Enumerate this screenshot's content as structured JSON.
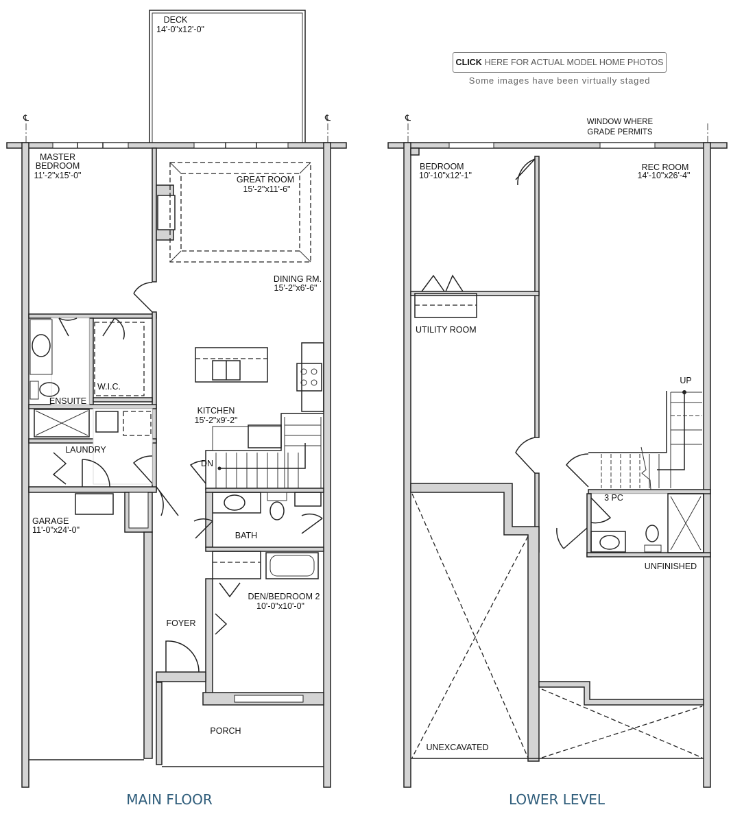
{
  "photos_button": {
    "strong": "CLICK",
    "rest": "HERE FOR ACTUAL MODEL HOME PHOTOS"
  },
  "staged_note": "Some images have been virtually staged",
  "main_floor": {
    "title": "MAIN FLOOR",
    "rooms": {
      "deck": {
        "name": "DECK",
        "size": "14'-0\"x12'-0\""
      },
      "master_bedroom": {
        "name1": "MASTER",
        "name2": "BEDROOM",
        "size": "11'-2\"x15'-0\""
      },
      "great_room": {
        "name": "GREAT ROOM",
        "size": "15'-2\"x11'-6\""
      },
      "dining_room": {
        "name": "DINING RM.",
        "size": "15'-2\"x6'-6\""
      },
      "wic": {
        "name": "W.I.C."
      },
      "ensuite": {
        "name": "ENSUITE"
      },
      "laundry": {
        "name": "LAUNDRY"
      },
      "kitchen": {
        "name": "KITCHEN",
        "size": "15'-2\"x9'-2\""
      },
      "stairs_down": {
        "name": "DN"
      },
      "garage": {
        "name": "GARAGE",
        "size": "11'-0\"x24'-0\""
      },
      "bath": {
        "name": "BATH"
      },
      "den": {
        "name": "DEN/BEDROOM 2",
        "size": "10'-0\"x10'-0\""
      },
      "foyer": {
        "name": "FOYER"
      },
      "porch": {
        "name": "PORCH"
      }
    }
  },
  "lower_level": {
    "title": "LOWER LEVEL",
    "window_note1": "WINDOW WHERE",
    "window_note2": "GRADE PERMITS",
    "rooms": {
      "bedroom": {
        "name": "BEDROOM",
        "size": "10'-10\"x12'-1\""
      },
      "rec_room": {
        "name": "REC ROOM",
        "size": "14'-10\"x26'-4\""
      },
      "utility_room": {
        "name": "UTILITY ROOM"
      },
      "stairs_up": {
        "name": "UP"
      },
      "three_pc": {
        "name": "3 PC"
      },
      "unfinished": {
        "name": "UNFINISHED"
      },
      "unexcavated": {
        "name": "UNEXCAVATED"
      }
    }
  },
  "centerline_symbol": "℄",
  "colors": {
    "wall": "#d4d4d4",
    "title": "#2e5c7a"
  }
}
